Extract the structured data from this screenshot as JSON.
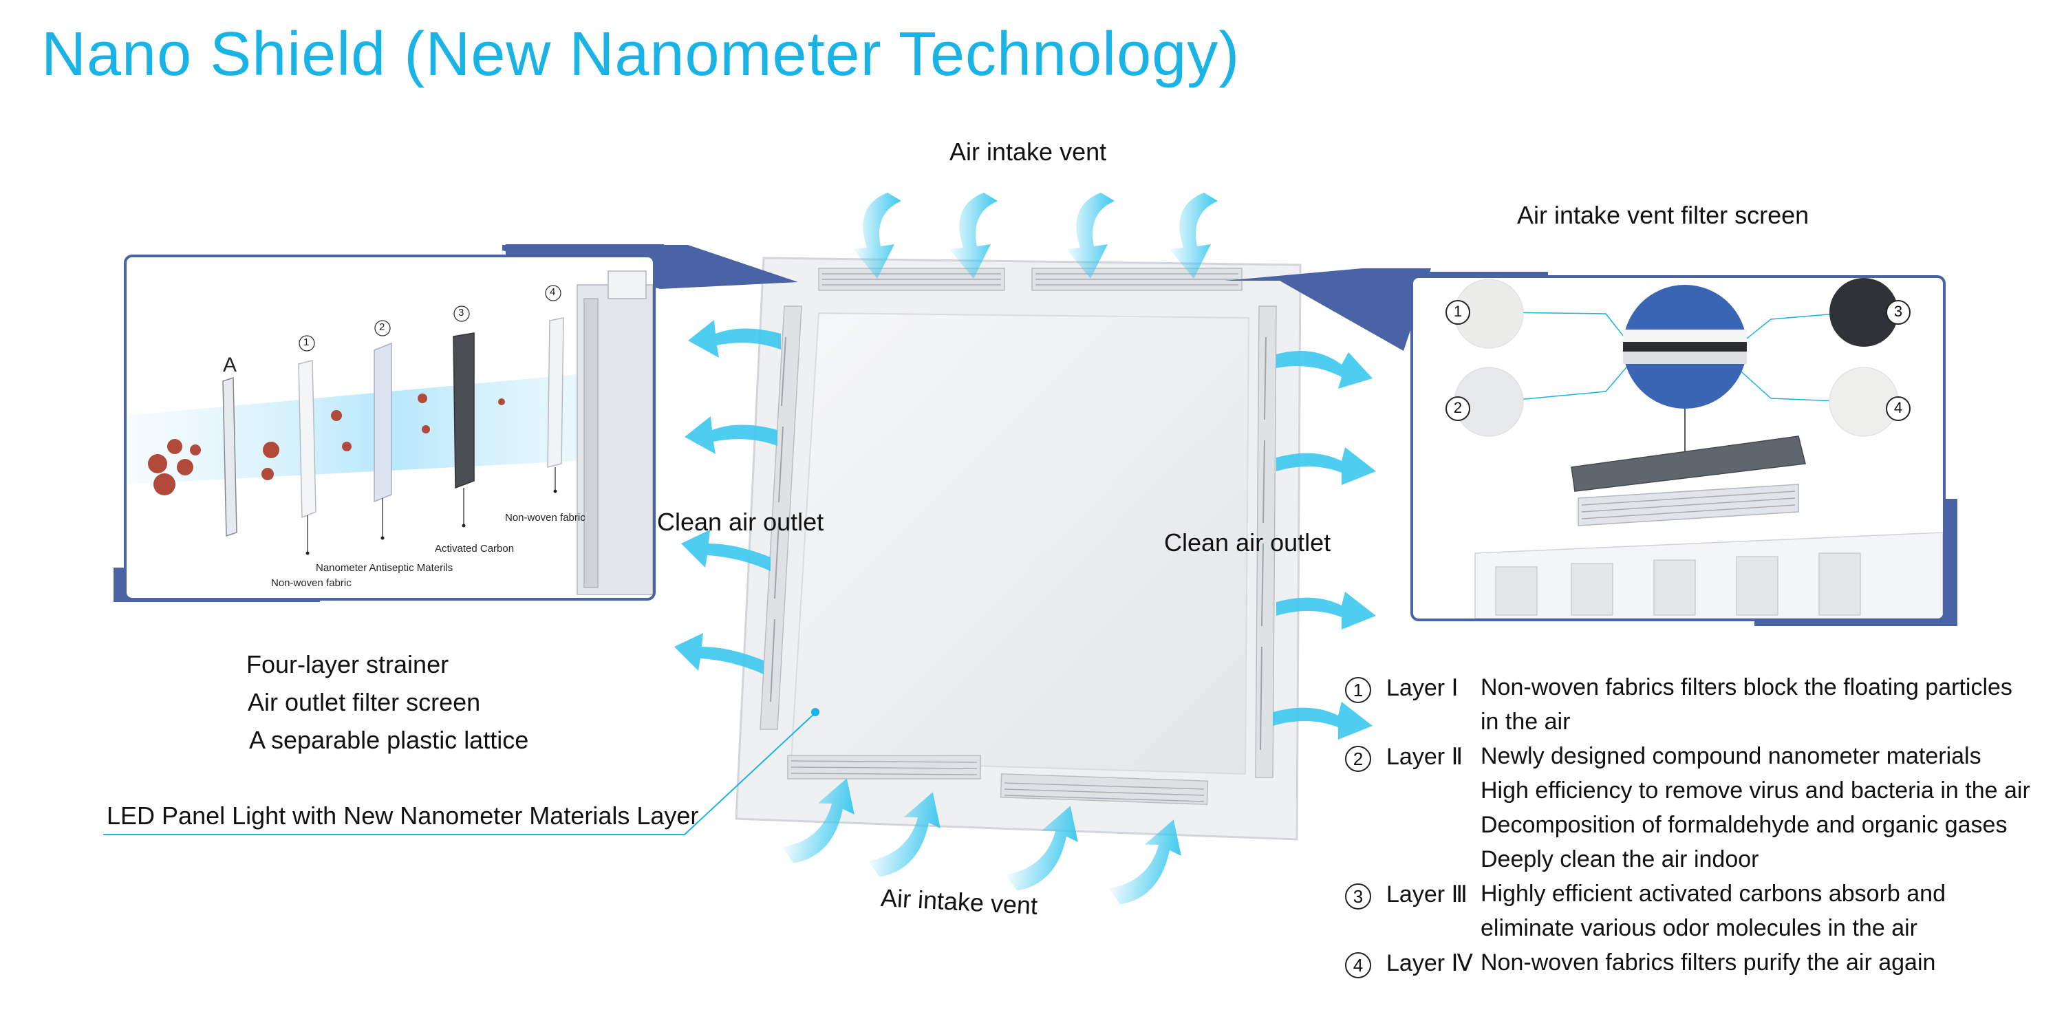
{
  "title": "Nano Shield (New Nanometer Technology)",
  "labels": {
    "air_intake_top": "Air intake vent",
    "air_intake_bottom": "Air intake vent",
    "intake_filter_screen": "Air intake vent filter screen",
    "clean_air_left": "Clean air outlet",
    "clean_air_right": "Clean air outlet",
    "panel_caption": "LED Panel Light with New Nanometer Materials Layer"
  },
  "strainer_list": [
    "Four-layer strainer",
    "Air outlet filter screen",
    "A separable plastic lattice"
  ],
  "left_inset": {
    "letter": "A",
    "nums": [
      "1",
      "2",
      "3",
      "4"
    ],
    "callouts": {
      "non_woven_1": "Non-woven fabric",
      "nano": "Nanometer Antiseptic Materils",
      "carbon": "Activated Carbon",
      "non_woven_4": "Non-woven fabric"
    }
  },
  "right_inset": {
    "nums": [
      "1",
      "2",
      "3",
      "4"
    ]
  },
  "layers": [
    {
      "num": "1",
      "name": "Layer Ⅰ",
      "lines": [
        "Non-woven fabrics  filters block the floating particles",
        "in the air"
      ]
    },
    {
      "num": "2",
      "name": "Layer Ⅱ",
      "lines": [
        "Newly designed compound nanometer materials",
        "High efficiency to remove virus and bacteria in the air",
        "Decomposition of formaldehyde and organic gases",
        "Deeply clean the air indoor"
      ]
    },
    {
      "num": "3",
      "name": "Layer Ⅲ",
      "lines": [
        "Highly efficient activated carbons absorb and",
        "eliminate various odor molecules in the air"
      ]
    },
    {
      "num": "4",
      "name": "Layer Ⅳ",
      "lines": [
        "Non-woven fabrics  filters purify the air again"
      ]
    }
  ],
  "colors": {
    "title": "#19b3e6",
    "frame": "#4a63a5",
    "arrow": "#3cc8ef",
    "caption_line": "#19b3e6"
  }
}
